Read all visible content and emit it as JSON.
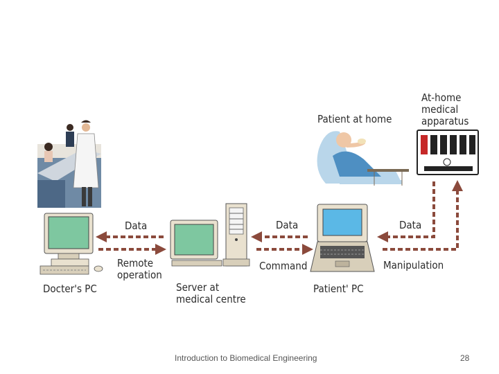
{
  "labels": {
    "doctor_pc": "Docter's PC",
    "server": "Server at\nmedical centre",
    "patient_pc": "Patient' PC",
    "patient_home": "Patient at home",
    "apparatus": "At-home\nmedical\napparatus",
    "data_left": "Data",
    "data_mid": "Data",
    "data_right": "Data",
    "remote_operation": "Remote\noperation",
    "command": "Command",
    "manipulation": "Manipulation"
  },
  "footer": {
    "course": "Introduction to Biomedical Engineering",
    "page_number": "28"
  },
  "colors": {
    "arrow": "#8b4a3c",
    "screen_green": "#7ec7a0",
    "screen_blue": "#5bb8e6",
    "case_beige": "#e9e1cf"
  }
}
